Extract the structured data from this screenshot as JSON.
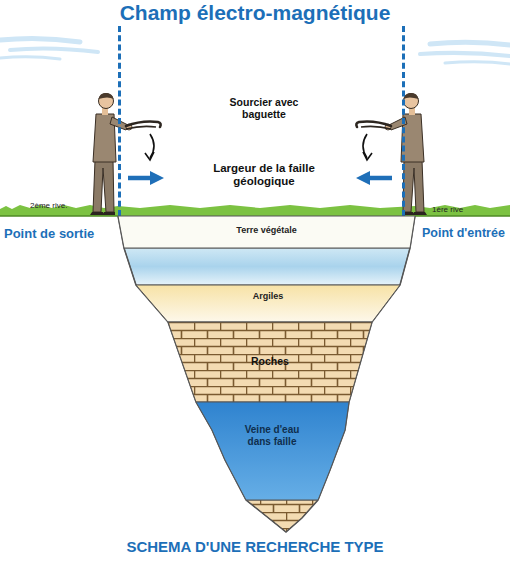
{
  "diagram": {
    "title": "Champ électro-magnétique",
    "caption": "SCHEMA D'UNE RECHERCHE TYPE",
    "nodes": [
      {
        "text": [
          "Sourcier avec baguette",
          "Largeur de la faille géologique"
        ]
      },
      {
        "text": [
          "Terre végétale"
        ]
      },
      {
        "text": [
          "Argiles"
        ]
      },
      {
        "text": [
          "Roches"
        ]
      },
      {
        "text": [
          "Veine d'eau dans faille"
        ]
      }
    ],
    "labels": [
      "2ème rive.",
      "Point de sortie",
      "1ère rive",
      "Point d'entrée"
    ]
  }
}
